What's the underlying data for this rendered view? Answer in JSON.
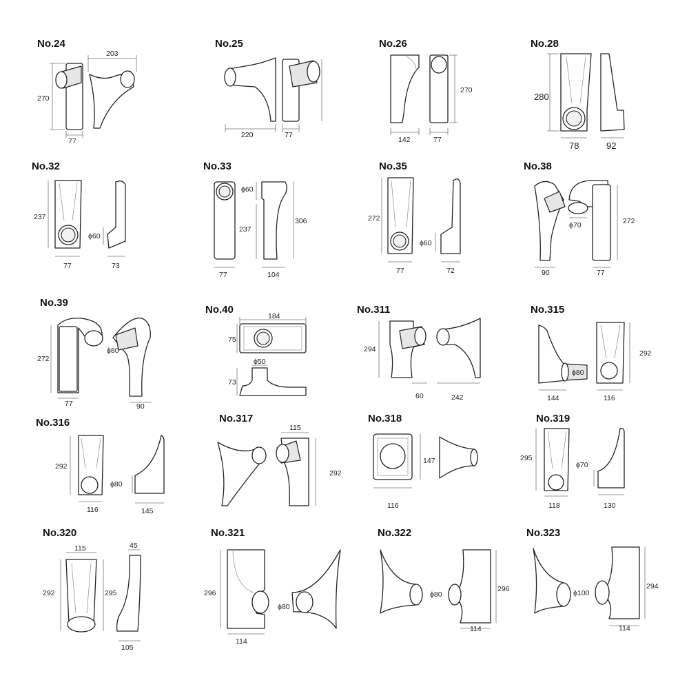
{
  "parts": [
    {
      "id": "24",
      "label": "No.24",
      "dims": [
        "203",
        "270",
        "77"
      ]
    },
    {
      "id": "25",
      "label": "No.25",
      "dims": [
        "220",
        "77"
      ]
    },
    {
      "id": "26",
      "label": "No.26",
      "dims": [
        "270",
        "142",
        "77"
      ]
    },
    {
      "id": "28",
      "label": "No.28",
      "dims": [
        "280",
        "78",
        "92"
      ]
    },
    {
      "id": "32",
      "label": "No.32",
      "dims": [
        "237",
        "ϕ60",
        "77",
        "73"
      ]
    },
    {
      "id": "33",
      "label": "No.33",
      "dims": [
        "ϕ60",
        "237",
        "306",
        "77",
        "104"
      ]
    },
    {
      "id": "35",
      "label": "No.35",
      "dims": [
        "272",
        "ϕ60",
        "77",
        "72"
      ]
    },
    {
      "id": "38",
      "label": "No.38",
      "dims": [
        "ϕ70",
        "272",
        "90",
        "77"
      ]
    },
    {
      "id": "39",
      "label": "No.39",
      "dims": [
        "272",
        "ϕ80",
        "77",
        "90"
      ]
    },
    {
      "id": "40",
      "label": "No.40",
      "dims": [
        "184",
        "75",
        "ϕ50",
        "73"
      ]
    },
    {
      "id": "311",
      "label": "No.311",
      "dims": [
        "294",
        "60",
        "242"
      ]
    },
    {
      "id": "315",
      "label": "No.315",
      "dims": [
        "292",
        "ϕ80",
        "144",
        "116"
      ]
    },
    {
      "id": "316",
      "label": "No.316",
      "dims": [
        "292",
        "ϕ80",
        "116",
        "145"
      ]
    },
    {
      "id": "317",
      "label": "No.317",
      "dims": [
        "115",
        "292"
      ]
    },
    {
      "id": "318",
      "label": "No.318",
      "dims": [
        "147",
        "116"
      ]
    },
    {
      "id": "319",
      "label": "No.319",
      "dims": [
        "295",
        "ϕ70",
        "118",
        "130"
      ]
    },
    {
      "id": "320",
      "label": "No.320",
      "dims": [
        "115",
        "45",
        "292",
        "295",
        "105"
      ]
    },
    {
      "id": "321",
      "label": "No.321",
      "dims": [
        "296",
        "ϕ80",
        "114"
      ]
    },
    {
      "id": "322",
      "label": "No.322",
      "dims": [
        "ϕ80",
        "296",
        "114"
      ]
    },
    {
      "id": "323",
      "label": "No.323",
      "dims": [
        "ϕ100",
        "294",
        "114"
      ]
    }
  ]
}
